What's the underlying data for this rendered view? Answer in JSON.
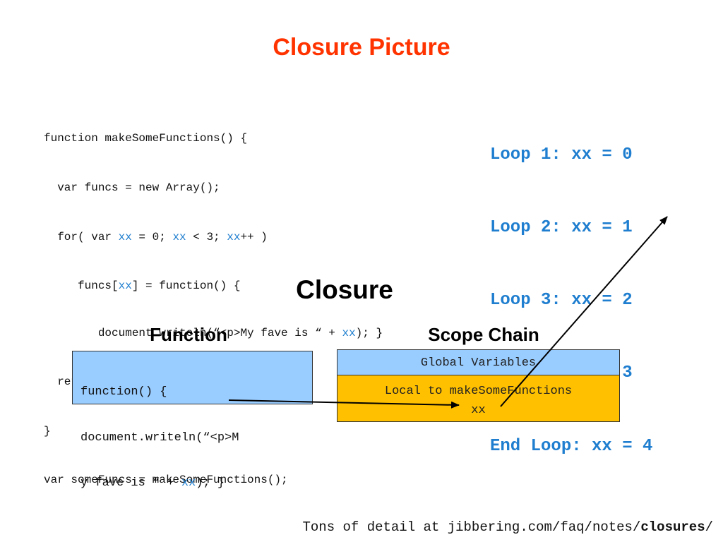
{
  "title": "Closure Picture",
  "code": {
    "line1": "function makeSomeFunctions() {",
    "line2": "  var funcs = new Array();",
    "line3": {
      "a": "  for( var ",
      "b": "xx",
      "c": " = 0; ",
      "d": "xx",
      "e": " < 3; ",
      "f": "xx",
      "g": "++ )"
    },
    "line4": {
      "a": "     funcs[",
      "b": "xx",
      "c": "] = function() {"
    },
    "line5": {
      "a": "        document.writeln(“<p>My fave is “ + ",
      "b": "xx",
      "c": "); }"
    },
    "line6": "  return funcs;",
    "line7": "}",
    "line8": "var someFuncs = makeSomeFunctions();"
  },
  "loops": [
    "Loop 1: xx = 0",
    "Loop 2: xx = 1",
    "Loop 3: xx = 2",
    "Loop 4: xx = 3",
    "End Loop: xx = 4"
  ],
  "closure_label": "Closure",
  "function_label": "Function",
  "scope_chain_label": "Scope Chain",
  "function_box": {
    "line1": "function() {",
    "line2": "document.writeln(“<p>M",
    "line3": {
      "a": "y fave is “ + ",
      "b": "xx",
      "c": "); }"
    }
  },
  "global_box": "Global Variables",
  "local_box": {
    "line1": "Local to makeSomeFunctions",
    "line2": "xx"
  },
  "footer": {
    "prefix": "Tons of detail at jibbering.com/faq/notes/",
    "bold": "closures",
    "suffix": "/"
  },
  "colors": {
    "title": "#ff3300",
    "highlight": "#1f7ecf",
    "blue_box": "#99ccff",
    "orange_box": "#ffc000"
  }
}
